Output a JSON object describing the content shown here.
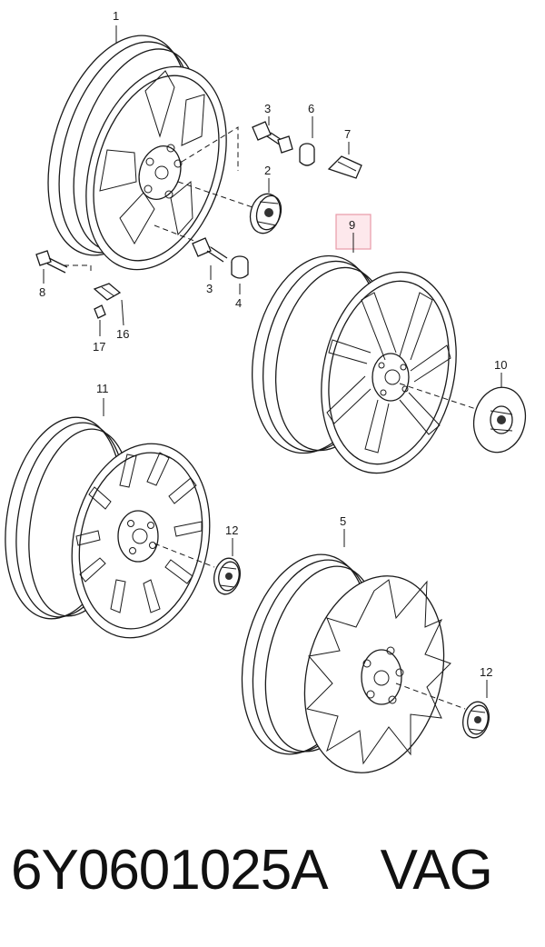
{
  "callouts": {
    "c1": "1",
    "c2": "2",
    "c3a": "3",
    "c3b": "3",
    "c4": "4",
    "c5": "5",
    "c6": "6",
    "c7": "7",
    "c8": "8",
    "c9": "9",
    "c10": "10",
    "c11": "11",
    "c12a": "12",
    "c12b": "12",
    "c16": "16",
    "c17": "17"
  },
  "highlighted_callout": "9",
  "colors": {
    "highlight_fill": "#fde8ec",
    "highlight_stroke": "#e89aa8",
    "line": "#1a1a1a"
  },
  "footer": {
    "part_number": "6Y0601025A",
    "brand": "VAG"
  }
}
